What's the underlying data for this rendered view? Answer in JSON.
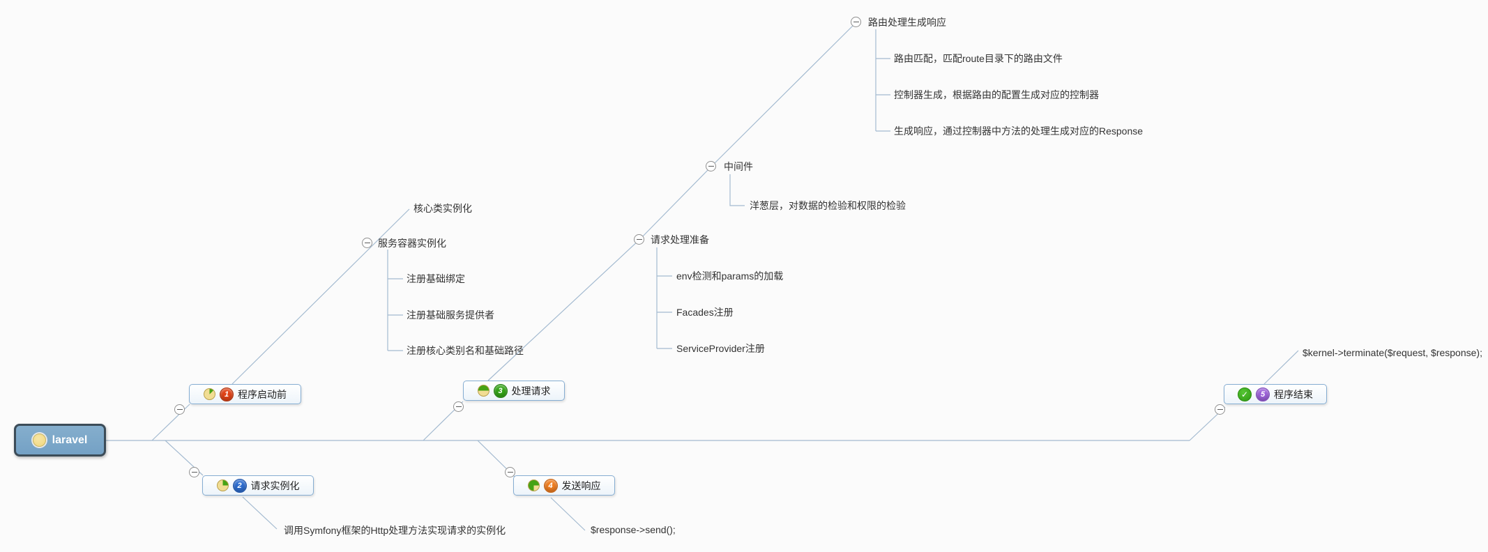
{
  "app": {
    "background_color": "#fbfbfb",
    "connector_color": "#a3bad0"
  },
  "root": {
    "label": "laravel",
    "fill_color": "#7ba6c8",
    "border_color": "#3c4c58",
    "marker_color": "#f3db8b"
  },
  "main_topics": [
    {
      "label": "程序启动前",
      "priority": "1",
      "progress": "1/8",
      "priority_color": "#e04318"
    },
    {
      "label": "请求实例化",
      "priority": "2",
      "progress": "1/4",
      "priority_color": "#2d6cce"
    },
    {
      "label": "处理请求",
      "priority": "3",
      "progress": "1/2",
      "priority_color": "#33a417"
    },
    {
      "label": "发送响应",
      "priority": "4",
      "progress": "3/4",
      "priority_color": "#ee7d20"
    },
    {
      "label": "程序结束",
      "priority": "5",
      "progress": "done",
      "priority_color": "#9c61d8"
    }
  ],
  "subtopics": {
    "core_class": "核心类实例化",
    "service_container": "服务容器实例化",
    "register_base_bindings": "注册基础绑定",
    "register_base_providers": "注册基础服务提供者",
    "register_core_aliases": "注册核心类别名和基础路径",
    "symfony_http": "调用Symfony框架的Http处理方法实现请求的实例化",
    "request_prepare": "请求处理准备",
    "env_params": "env检测和params的加载",
    "facades": "Facades注册",
    "service_provider": "ServiceProvider注册",
    "middleware": "中间件",
    "onion": "洋葱层，对数据的检验和权限的检验",
    "route_response": "路由处理生成响应",
    "route_match": "路由匹配，匹配route目录下的路由文件",
    "controller_gen": "控制器生成，根据路由的配置生成对应的控制器",
    "response_gen": "生成响应，通过控制器中方法的处理生成对应的Response",
    "response_send": "$response->send();",
    "kernel_terminate": "$kernel->terminate($request, $response);"
  },
  "icons": {
    "check_glyph": "✓"
  }
}
